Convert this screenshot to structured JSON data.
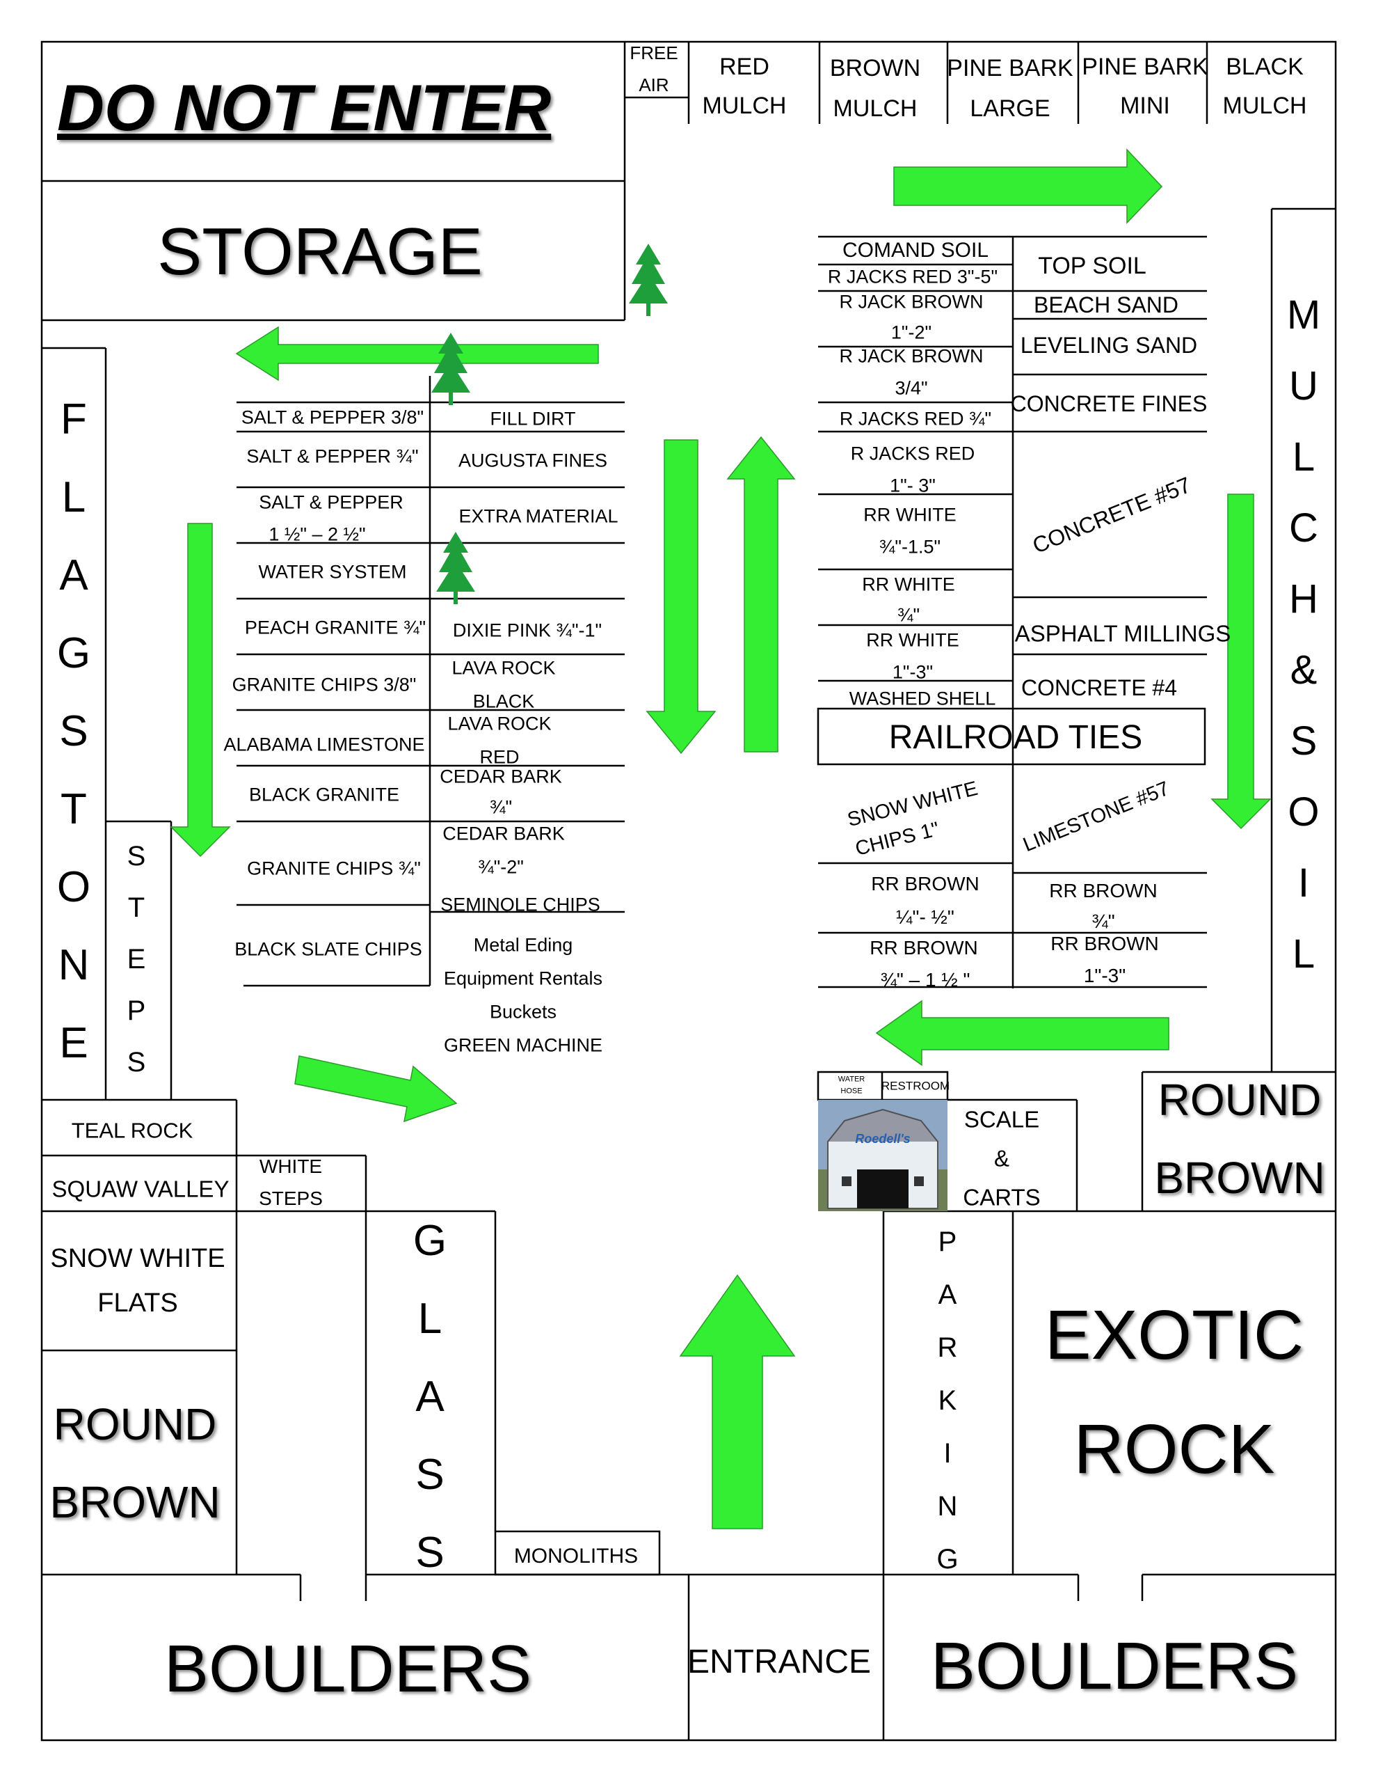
{
  "header": {
    "do_not_enter": "DO NOT ENTER",
    "storage": "STORAGE",
    "free_air": [
      "FREE",
      "AIR"
    ],
    "top_bins": [
      [
        "RED",
        "MULCH"
      ],
      [
        "BROWN",
        "MULCH"
      ],
      [
        "PINE BARK",
        "LARGE"
      ],
      [
        "PINE BARK",
        "MINI"
      ],
      [
        "BLACK",
        "MULCH"
      ]
    ]
  },
  "left_column": {
    "rows": [
      [
        "SALT & PEPPER 3/8\""
      ],
      [
        "SALT & PEPPER ¾\""
      ],
      [
        "SALT & PEPPER",
        "1 ½\" – 2 ½\""
      ],
      [
        "WATER SYSTEM"
      ],
      [
        "PEACH GRANITE ¾\""
      ],
      [
        "GRANITE CHIPS 3/8\""
      ],
      [
        "ALABAMA LIMESTONE"
      ],
      [
        "BLACK GRANITE"
      ],
      [
        "GRANITE CHIPS ¾\""
      ],
      [
        "BLACK SLATE CHIPS"
      ]
    ]
  },
  "center_column": {
    "rows": [
      [
        "FILL DIRT"
      ],
      [
        "AUGUSTA FINES"
      ],
      [
        "EXTRA MATERIAL"
      ],
      [
        "DIXIE PINK ¾\"-1\""
      ],
      [
        "LAVA ROCK",
        "BLACK"
      ],
      [
        "LAVA ROCK",
        "RED"
      ],
      [
        "CEDAR BARK",
        "¾\""
      ],
      [
        "CEDAR BARK",
        "¾\"-2\""
      ],
      [
        "SEMINOLE CHIPS"
      ]
    ],
    "extras": [
      "Metal Eding",
      "Equipment Rentals",
      "Buckets",
      "GREEN MACHINE"
    ]
  },
  "right_left_column": {
    "rows": [
      [
        "COMAND SOIL"
      ],
      [
        "R JACKS RED 3\"-5\""
      ],
      [
        "R JACK BROWN",
        "1\"-2\""
      ],
      [
        "R JACK BROWN",
        "3/4\""
      ],
      [
        "R JACKS RED ¾\""
      ],
      [
        "R JACKS RED",
        "1\"- 3\""
      ],
      [
        "RR WHITE",
        "¾\"-1.5\""
      ],
      [
        "RR WHITE",
        "¾\""
      ],
      [
        "RR WHITE",
        "1\"-3\""
      ],
      [
        "WASHED SHELL"
      ]
    ]
  },
  "right_right_column": {
    "rows": [
      "TOP SOIL",
      "BEACH SAND",
      "LEVELING SAND",
      "CONCRETE FINES",
      "CONCRETE #57",
      "ASPHALT MILLINGS",
      "CONCRETE #4"
    ]
  },
  "railroad_ties": "RAILROAD TIES",
  "lower_right": {
    "snow_white_chips": [
      "SNOW WHITE",
      "CHIPS 1\""
    ],
    "limestone": "LIMESTONE #57",
    "rr_brown_small": [
      "RR BROWN",
      "¼\"- ½\""
    ],
    "rr_brown_34": [
      "RR BROWN",
      "¾\""
    ],
    "rr_brown_34_112": [
      "RR BROWN",
      "¾\" – 1 ½ \""
    ],
    "rr_brown_13": [
      "RR BROWN",
      "1\"-3\""
    ]
  },
  "mulch_soil": [
    "M",
    "U",
    "L",
    "C",
    "H",
    "&",
    "S",
    "O",
    "I",
    "L"
  ],
  "flagstone": [
    "F",
    "L",
    "A",
    "G",
    "S",
    "T",
    "O",
    "N",
    "E"
  ],
  "steps": [
    "S",
    "T",
    "E",
    "P",
    "S"
  ],
  "glass": [
    "G",
    "L",
    "A",
    "S",
    "S"
  ],
  "parking": [
    "P",
    "A",
    "R",
    "K",
    "I",
    "N",
    "G"
  ],
  "bottom_left": {
    "teal_rock": "TEAL ROCK",
    "squaw_valley": "SQUAW VALLEY",
    "white_steps": [
      "WHITE",
      "STEPS"
    ],
    "snow_white_flats": [
      "SNOW WHITE",
      "FLATS"
    ],
    "round_brown": [
      "ROUND",
      "BROWN"
    ],
    "monoliths": "MONOLITHS"
  },
  "bottom_right": {
    "water_hose": [
      "WATER",
      "HOSE"
    ],
    "restroom": "RESTROOM",
    "building_sign": "Roedell's",
    "scale_carts": [
      "SCALE",
      "&",
      "CARTS"
    ],
    "round_brown": [
      "ROUND",
      "BROWN"
    ],
    "exotic_rock": [
      "EXOTIC",
      "ROCK"
    ]
  },
  "bottom": {
    "boulders_left": "BOULDERS",
    "entrance": "ENTRANCE",
    "boulders_right": "BOULDERS"
  },
  "colors": {
    "arrow_green": "#33ee33",
    "tree_green": "#1f9e3c",
    "line": "#000000"
  }
}
